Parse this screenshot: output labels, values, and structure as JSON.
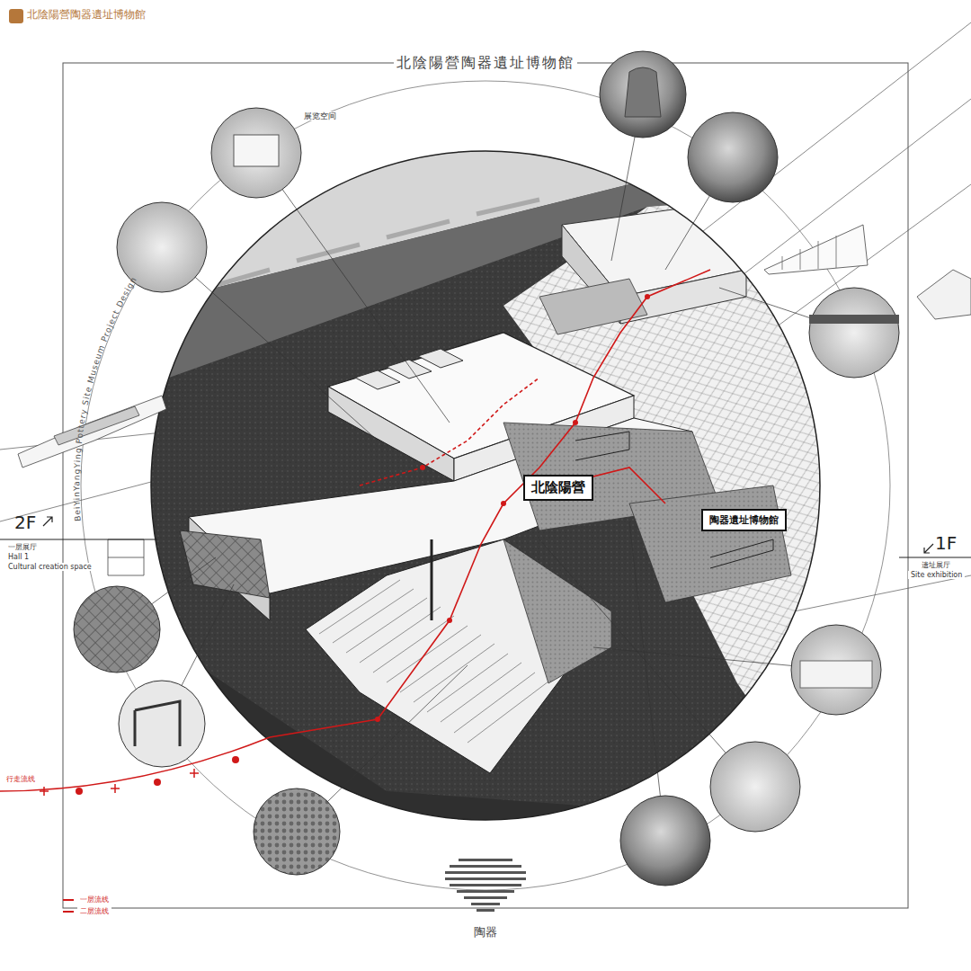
{
  "diagram": {
    "title": "北陰陽營陶器遺址博物館",
    "nodes": [
      {
        "text": [
          "北陰陽營"
        ]
      },
      {
        "text": [
          "陶器遺址博物館"
        ]
      }
    ],
    "labels": [
      "北陰陽營陶器遺址博物館",
      "BeiYinYangYing Pottery Site Museum Project Design",
      "展览空间",
      "2F",
      "一层展厅",
      "Hall 1",
      "Cultural creation space",
      "1F",
      "遗址展厅",
      "Site exhibition",
      "行走流线",
      "陶器"
    ],
    "legend": [
      {
        "text": "一层流线"
      },
      {
        "text": "二层流线"
      }
    ]
  }
}
